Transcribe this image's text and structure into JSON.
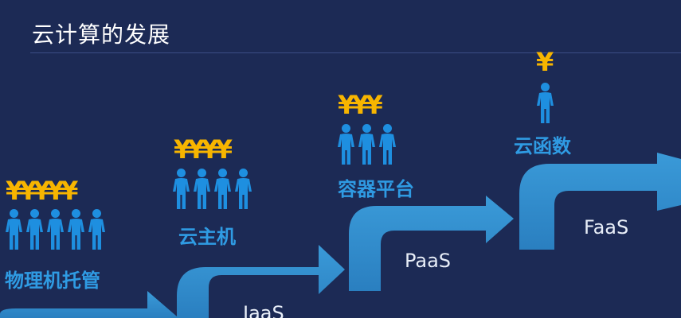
{
  "title": "云计算的发展",
  "stages": [
    {
      "label": "物理机托管",
      "cost": "¥¥¥¥¥",
      "people": 5,
      "step": ""
    },
    {
      "label": "云主机",
      "cost": "¥¥¥¥",
      "people": 4,
      "step": "IaaS"
    },
    {
      "label": "容器平台",
      "cost": "¥¥¥",
      "people": 3,
      "step": "PaaS"
    },
    {
      "label": "云函数",
      "cost": "¥",
      "people": 1,
      "step": "FaaS"
    }
  ],
  "colors": {
    "background": "#1c2a55",
    "arrow": "#2f8fd0",
    "label": "#2f9be3",
    "cost": "#f7b500",
    "person": "#1e8fe0"
  }
}
